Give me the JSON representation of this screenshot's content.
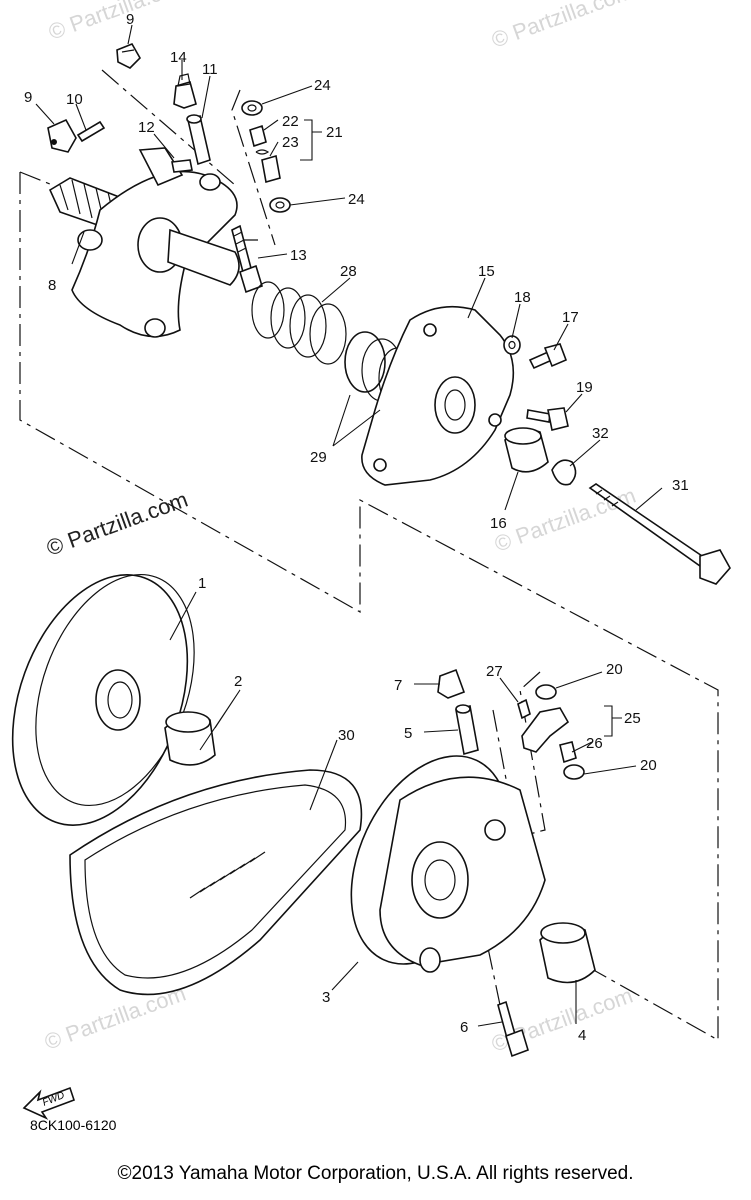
{
  "diagram": {
    "code": "8CK100-6120",
    "copyright": "©2013 Yamaha Motor Corporation, U.S.A. All rights reserved.",
    "watermark": "© Partzilla.com",
    "fwd_label": "FWD",
    "callouts": {
      "c1": "1",
      "c2": "2",
      "c3": "3",
      "c4": "4",
      "c5": "5",
      "c6": "6",
      "c7": "7",
      "c8": "8",
      "c9a": "9",
      "c9b": "9",
      "c10": "10",
      "c11": "11",
      "c12": "12",
      "c13": "13",
      "c14": "14",
      "c15": "15",
      "c16": "16",
      "c17": "17",
      "c18": "18",
      "c19": "19",
      "c20a": "20",
      "c20b": "20",
      "c21": "21",
      "c22": "22",
      "c23": "23",
      "c24a": "24",
      "c24b": "24",
      "c25": "25",
      "c26": "26",
      "c27": "27",
      "c28": "28",
      "c29": "29",
      "c30": "30",
      "c31": "31",
      "c32": "32"
    }
  }
}
